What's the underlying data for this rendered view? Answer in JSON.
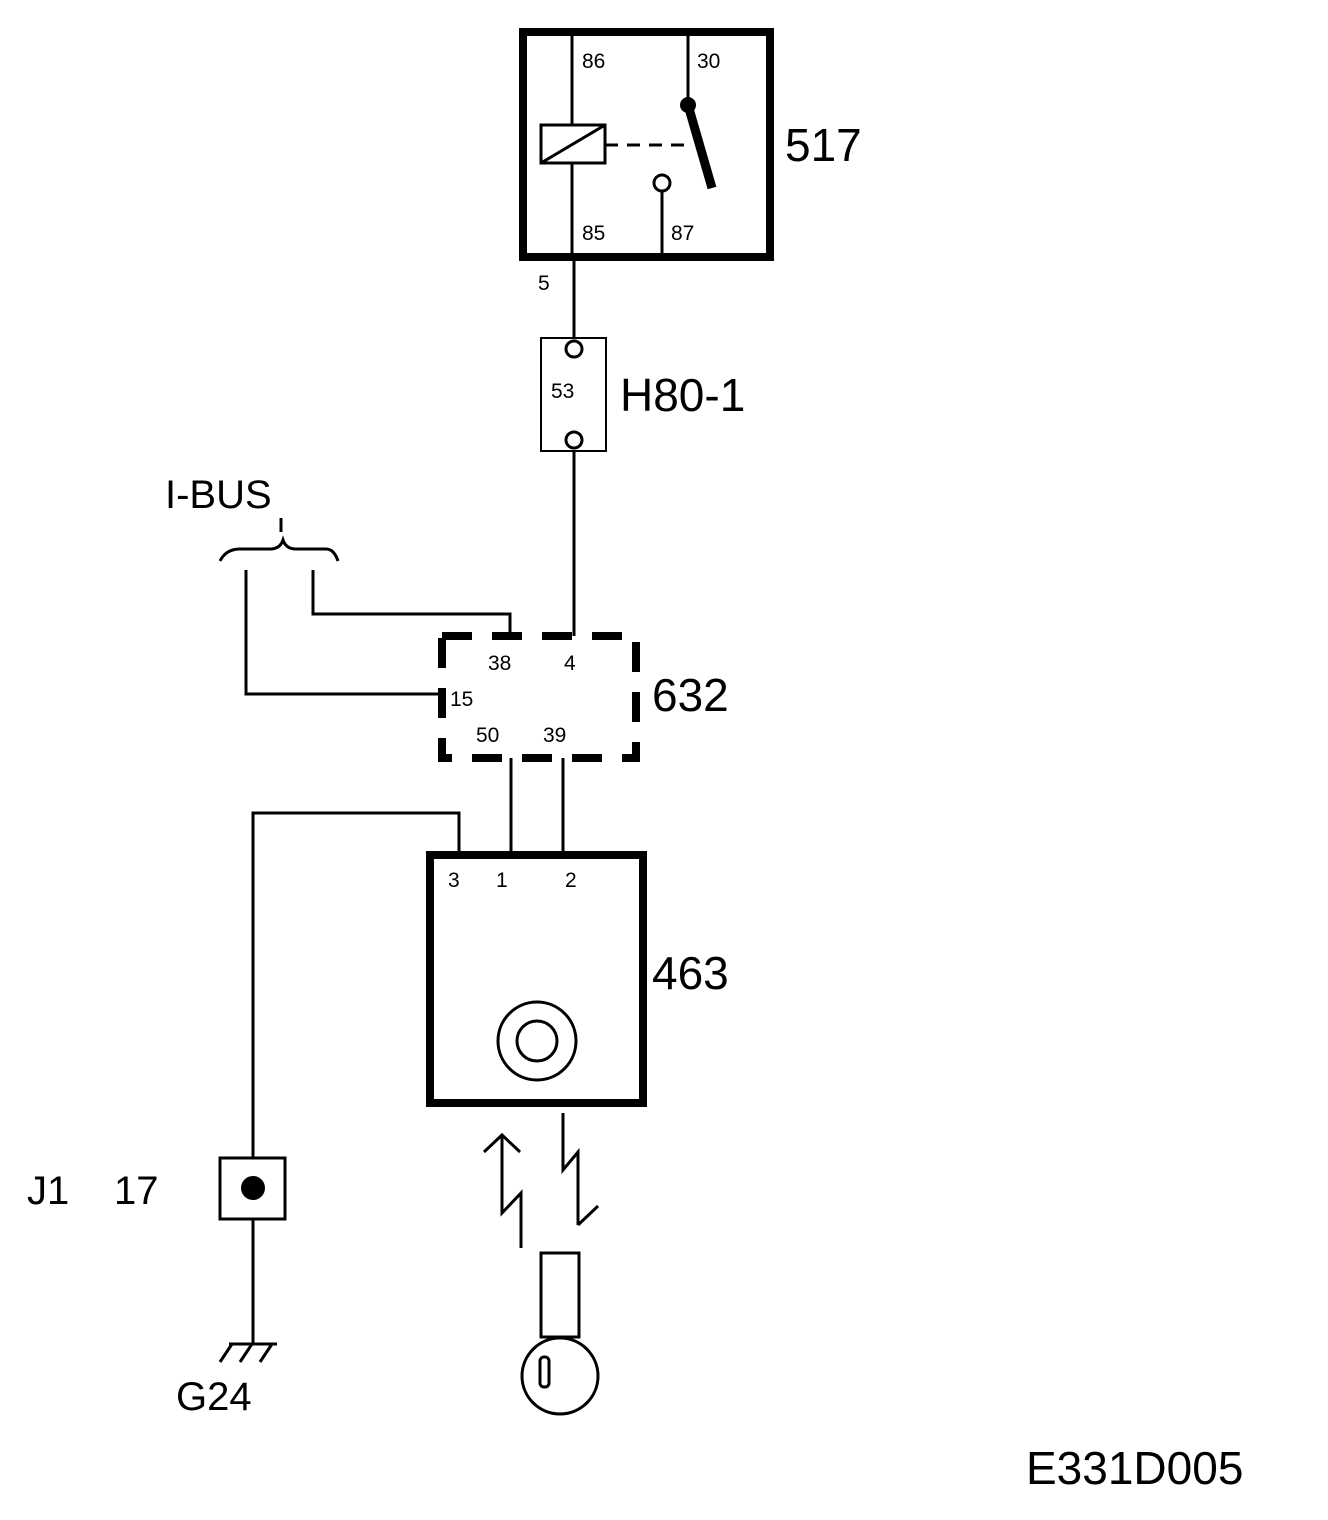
{
  "diagram_id": "E331D005",
  "components": {
    "relay": {
      "id": "517",
      "pins": {
        "p86": "86",
        "p30": "30",
        "p85": "85",
        "p87": "87"
      }
    },
    "wire_5": {
      "label": "5"
    },
    "connector_h80": {
      "id": "H80-1",
      "pin": "53"
    },
    "bus": {
      "label": "I-BUS"
    },
    "module": {
      "id": "632",
      "pins": {
        "p38": "38",
        "p4": "4",
        "p15": "15",
        "p50": "50",
        "p39": "39"
      }
    },
    "ignition_switch": {
      "id": "463",
      "pins": {
        "p3": "3",
        "p1": "1",
        "p2": "2"
      }
    },
    "junction": {
      "id": "J1",
      "pin": "17"
    },
    "ground": {
      "id": "G24"
    }
  }
}
